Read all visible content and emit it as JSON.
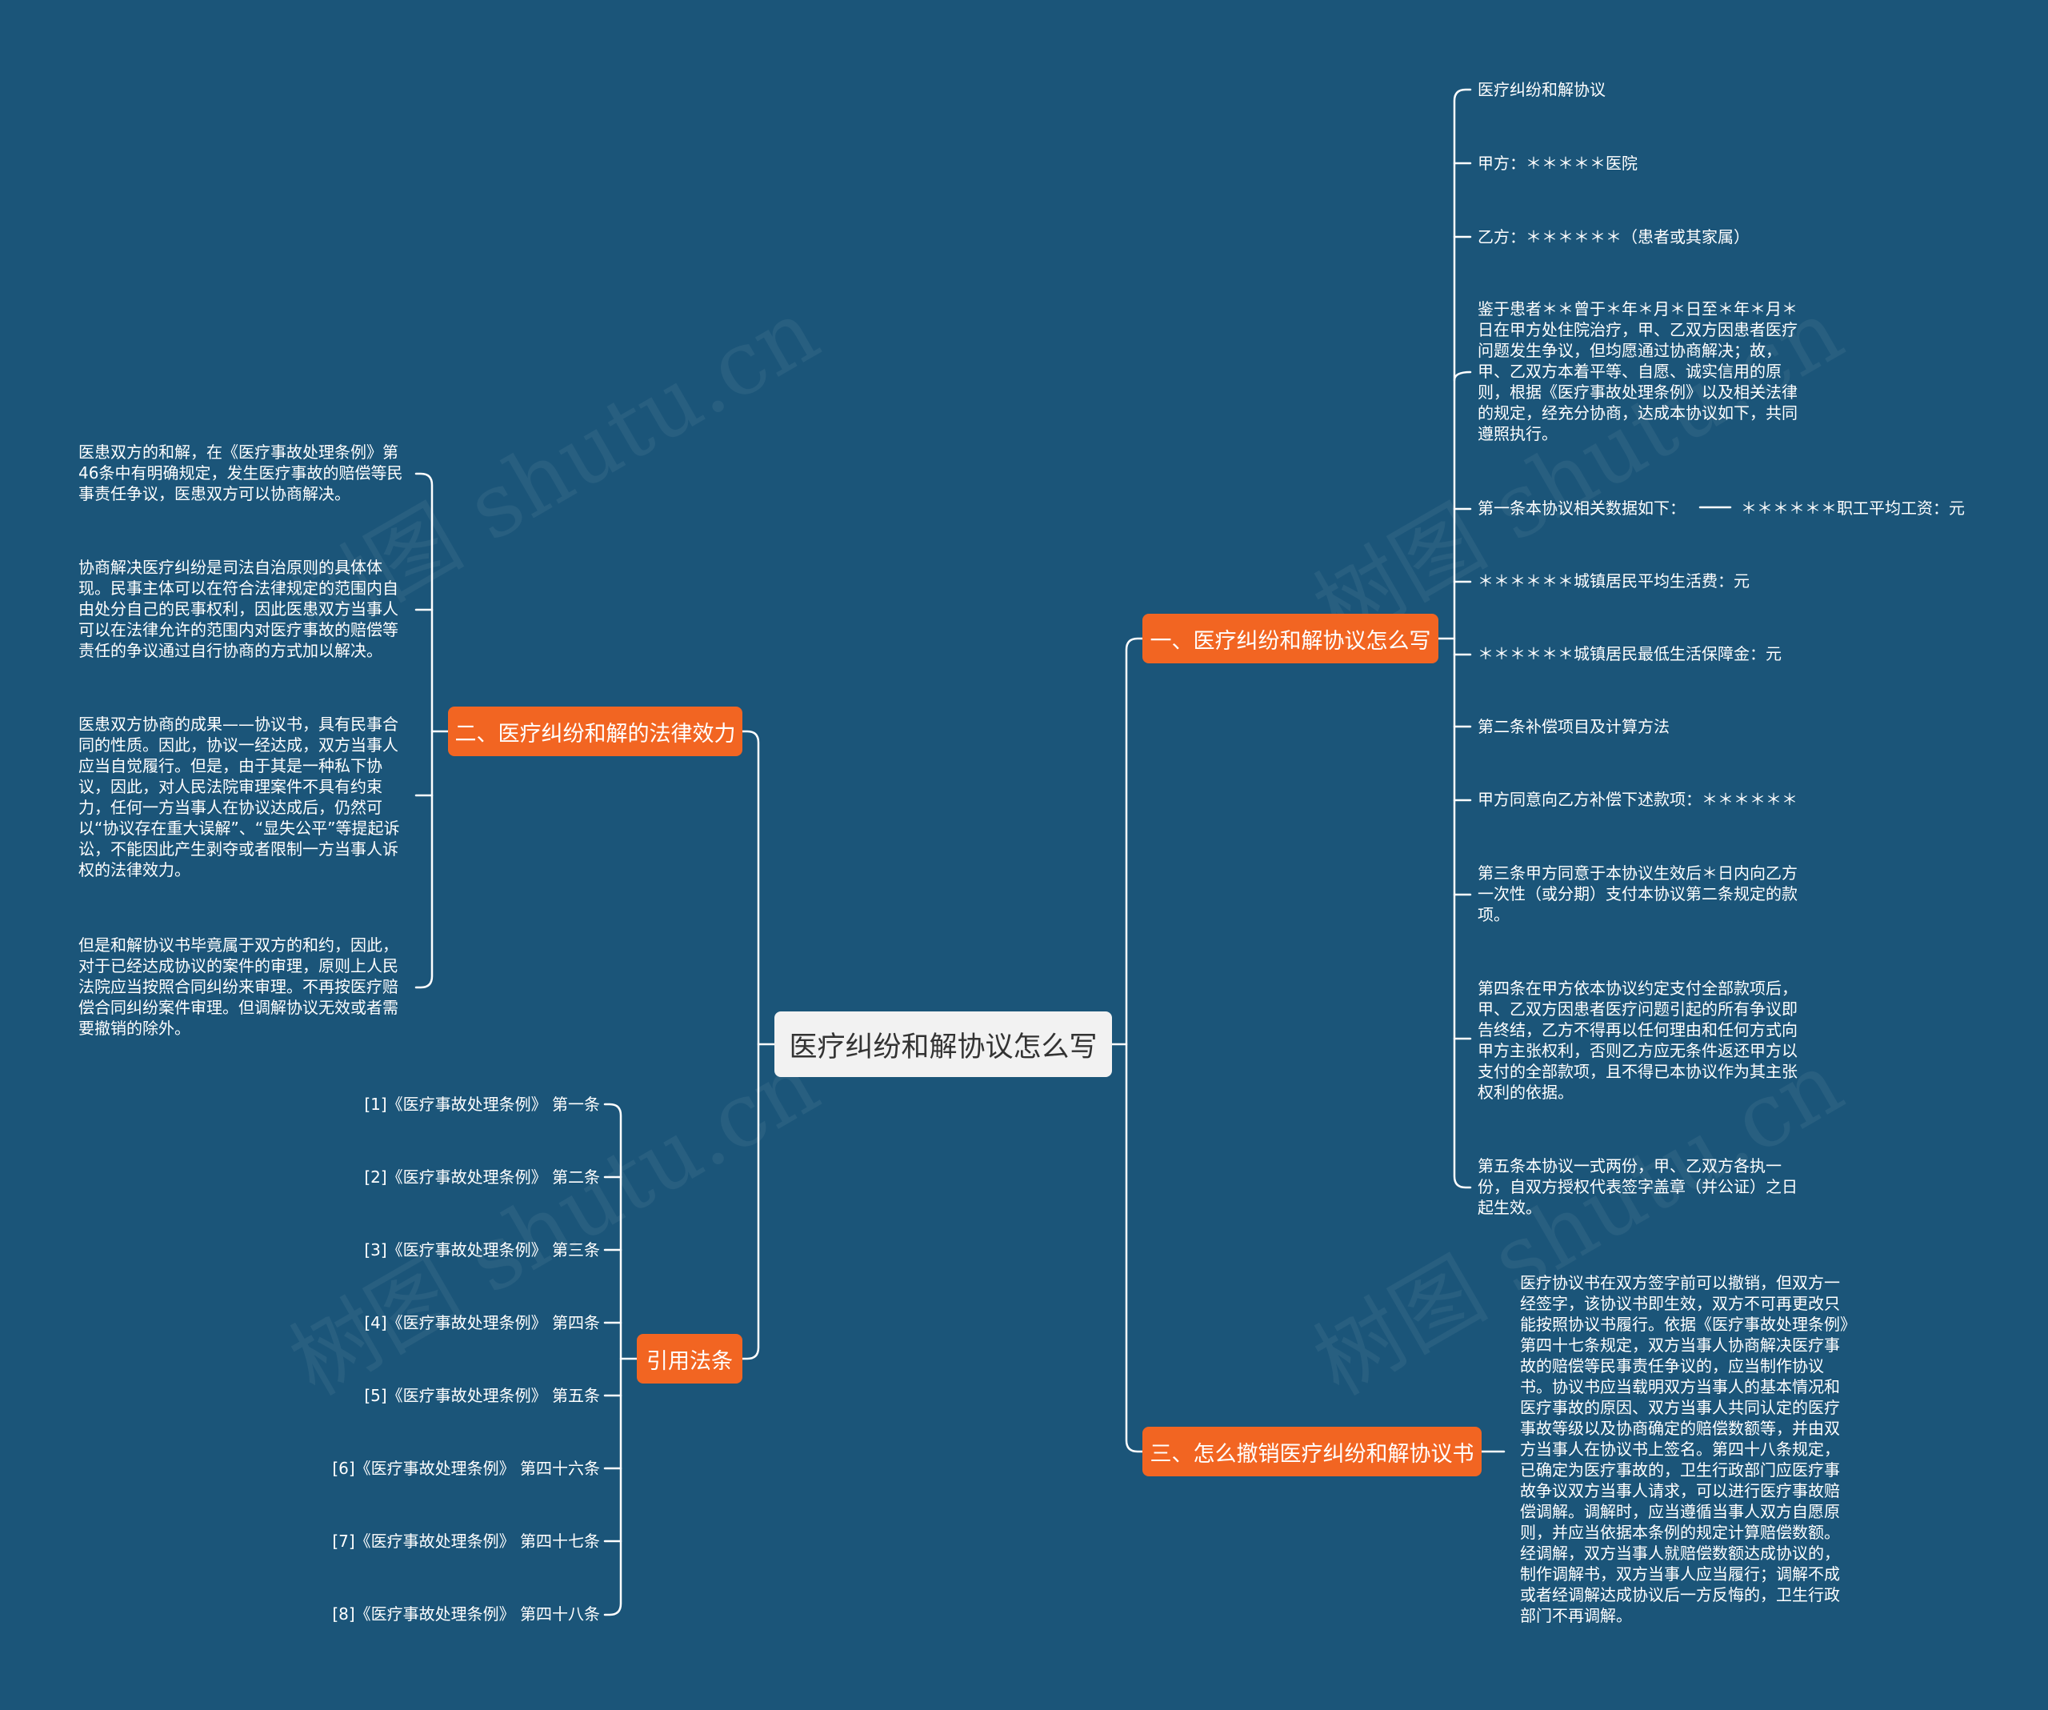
{
  "colors": {
    "background": "#1b5579",
    "branch": "#f26522",
    "root": "#f2f2f2",
    "line": "#ffffff"
  },
  "root": "医疗纠纷和解协议怎么写",
  "watermark": "树图 shutu.cn",
  "branches": {
    "b1": {
      "label": "一、医疗纠纷和解协议怎么写",
      "items": [
        "医疗纠纷和解协议",
        "甲方：＊＊＊＊＊医院",
        "乙方：＊＊＊＊＊＊（患者或其家属）",
        "鉴于患者＊＊曾于＊年＊月＊日至＊年＊月＊日在甲方处住院治疗，甲、乙双方因患者医疗问题发生争议，但均愿通过协商解决；故，甲、乙双方本着平等、自愿、诚实信用的原则，根据《医疗事故处理条例》以及相关法律的规定，经充分协商，达成本协议如下，共同遵照执行。",
        "第一条本协议相关数据如下：",
        "＊＊＊＊＊＊城镇居民平均生活费：元",
        "＊＊＊＊＊＊城镇居民最低生活保障金：元",
        "第二条补偿项目及计算方法",
        "甲方同意向乙方补偿下述款项：＊＊＊＊＊＊",
        "第三条甲方同意于本协议生效后＊日内向乙方一次性（或分期）支付本协议第二条规定的款项。",
        "第四条在甲方依本协议约定支付全部款项后，甲、乙双方因患者医疗问题引起的所有争议即告终结，乙方不得再以任何理由和任何方式向甲方主张权利，否则乙方应无条件返还甲方以支付的全部款项，且不得已本协议作为其主张权利的依据。",
        "第五条本协议一式两份，甲、乙双方各执一份，自双方授权代表签字盖章（并公证）之日起生效。"
      ],
      "sub_item": "＊＊＊＊＊＊职工平均工资：元"
    },
    "b2": {
      "label": "二、医疗纠纷和解的法律效力",
      "items": [
        "医患双方的和解，在《医疗事故处理条例》第46条中有明确规定，发生医疗事故的赔偿等民事责任争议，医患双方可以协商解决。",
        "协商解决医疗纠纷是司法自治原则的具体体现。民事主体可以在符合法律规定的范围内自由处分自己的民事权利，因此医患双方当事人可以在法律允许的范围内对医疗事故的赔偿等责任的争议通过自行协商的方式加以解决。",
        "医患双方协商的成果——协议书，具有民事合同的性质。因此，协议一经达成，双方当事人应当自觉履行。但是，由于其是一种私下协议，因此，对人民法院审理案件不具有约束力，任何一方当事人在协议达成后，仍然可以“协议存在重大误解”、“显失公平”等提起诉讼，不能因此产生剥夺或者限制一方当事人诉权的法律效力。",
        "但是和解协议书毕竟属于双方的和约，因此，对于已经达成协议的案件的审理，原则上人民法院应当按照合同纠纷来审理。不再按医疗赔偿合同纠纷案件审理。但调解协议无效或者需要撤销的除外。"
      ]
    },
    "b3": {
      "label": "三、怎么撤销医疗纠纷和解协议书",
      "items": [
        "医疗协议书在双方签字前可以撤销，但双方一经签字，该协议书即生效，双方不可再更改只能按照协议书履行。依据《医疗事故处理条例》第四十七条规定，双方当事人协商解决医疗事故的赔偿等民事责任争议的，应当制作协议书。协议书应当载明双方当事人的基本情况和医疗事故的原因、双方当事人共同认定的医疗事故等级以及协商确定的赔偿数额等，并由双方当事人在协议书上签名。第四十八条规定，已确定为医疗事故的，卫生行政部门应医疗事故争议双方当事人请求，可以进行医疗事故赔偿调解。调解时，应当遵循当事人双方自愿原则，并应当依据本条例的规定计算赔偿数额。经调解，双方当事人就赔偿数额达成协议的，制作调解书，双方当事人应当履行；调解不成或者经调解达成协议后一方反悔的，卫生行政部门不再调解。"
      ]
    },
    "b4": {
      "label": "引用法条",
      "items": [
        "[1]《医疗事故处理条例》 第一条",
        "[2]《医疗事故处理条例》 第二条",
        "[3]《医疗事故处理条例》 第三条",
        "[4]《医疗事故处理条例》 第四条",
        "[5]《医疗事故处理条例》 第五条",
        "[6]《医疗事故处理条例》 第四十六条",
        "[7]《医疗事故处理条例》 第四十七条",
        "[8]《医疗事故处理条例》 第四十八条"
      ]
    }
  }
}
